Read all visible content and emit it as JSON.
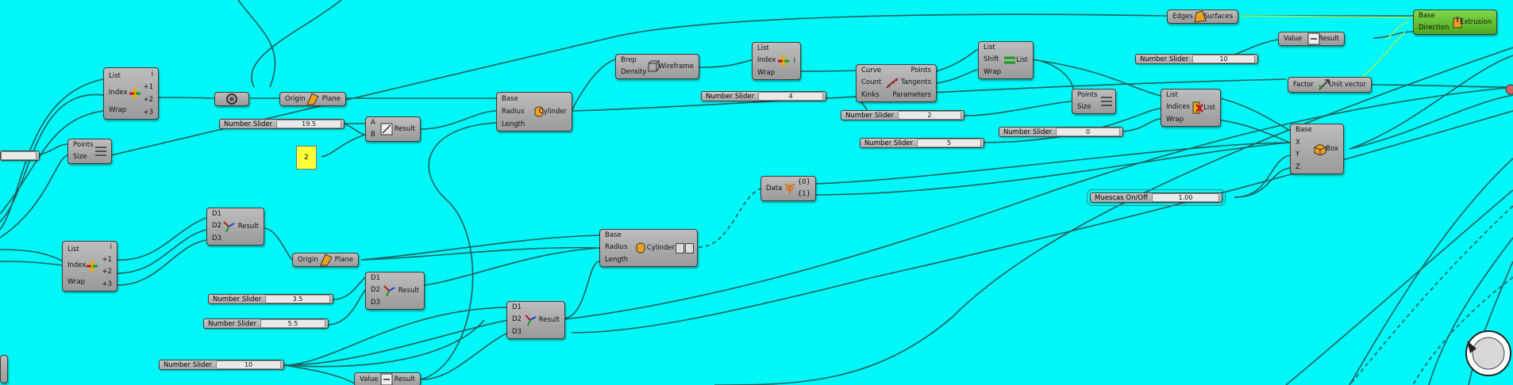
{
  "canvas": {
    "background": "#00f7f7",
    "wire_color": "#1f5f5f"
  },
  "list_item_1": {
    "inputs": [
      "List",
      "Index",
      "Wrap"
    ],
    "outputs": [
      "i",
      "+1",
      "+2",
      "+3"
    ]
  },
  "list_item_2": {
    "inputs": [
      "List",
      "Index",
      "Wrap"
    ],
    "outputs": [
      "i",
      "+1",
      "+2",
      "+3"
    ]
  },
  "list_item_3": {
    "inputs": [
      "List",
      "Index",
      "Wrap"
    ],
    "outputs": [
      "i"
    ]
  },
  "origin_plane_1": {
    "input": "Origin",
    "output": "Plane"
  },
  "origin_plane_2": {
    "input": "Origin",
    "output": "Plane"
  },
  "points_size_1": {
    "inputs": [
      "Points",
      "Size"
    ]
  },
  "points_size_2": {
    "inputs": [
      "Points",
      "Size"
    ]
  },
  "division": {
    "inputs": [
      "A",
      "B"
    ],
    "output": "Result"
  },
  "panel_value": "2",
  "cylinder_1": {
    "inputs": [
      "Base",
      "Radius",
      "Length"
    ],
    "output": "Cylinder"
  },
  "cylinder_2": {
    "inputs": [
      "Base",
      "Radius",
      "Length"
    ],
    "output": "Cylinder"
  },
  "wireframe": {
    "inputs": [
      "Brep",
      "Density"
    ],
    "output": "Wireframe"
  },
  "divide_curve": {
    "inputs": [
      "Curve",
      "Count",
      "Kinks"
    ],
    "outputs": [
      "Points",
      "Tangents",
      "Parameters"
    ]
  },
  "shift_list": {
    "inputs": [
      "List",
      "Shift",
      "Wrap"
    ],
    "output": "List"
  },
  "cull_index": {
    "inputs": [
      "List",
      "Indices",
      "Wrap"
    ],
    "output": "List"
  },
  "box": {
    "inputs": [
      "Base",
      "X",
      "Y",
      "Z"
    ],
    "output": "Box"
  },
  "data_node": {
    "input": "Data",
    "outputs": [
      "{0}",
      "{1}"
    ]
  },
  "vec_1": {
    "inputs": [
      "D1",
      "D2",
      "D3"
    ],
    "output": "Result"
  },
  "vec_2": {
    "inputs": [
      "D1",
      "D2",
      "D3"
    ],
    "output": "Result"
  },
  "vec_3": {
    "inputs": [
      "D1",
      "D2",
      "D3"
    ],
    "output": "Result"
  },
  "negate_1": {
    "input": "Value",
    "output": "Result"
  },
  "negate_2": {
    "input": "Value",
    "output": "Result"
  },
  "unit_vector": {
    "input": "Factor",
    "output": "Unit vector"
  },
  "edges_surfaces": {
    "input": "Edges",
    "output": "Surfaces"
  },
  "extrusion": {
    "inputs": [
      "Base",
      "Direction"
    ],
    "output": "Extrusion"
  },
  "sliders": {
    "s195": {
      "label": "Number Slider",
      "value": "19.5"
    },
    "s4": {
      "label": "Number Slider",
      "value": "4"
    },
    "s2": {
      "label": "Number Slider",
      "value": "2"
    },
    "s10a": {
      "label": "Number Slider",
      "value": "10"
    },
    "s5": {
      "label": "Number Slider",
      "value": "5"
    },
    "s0": {
      "label": "Number Slider",
      "value": "0"
    },
    "s35": {
      "label": "Number Slider",
      "value": "3.5"
    },
    "s55": {
      "label": "Number Slider",
      "value": "5.5"
    },
    "s10b": {
      "label": "Number Slider",
      "value": "10"
    },
    "muescas": {
      "label": "Muescas On/Off",
      "value": "1.00"
    }
  }
}
